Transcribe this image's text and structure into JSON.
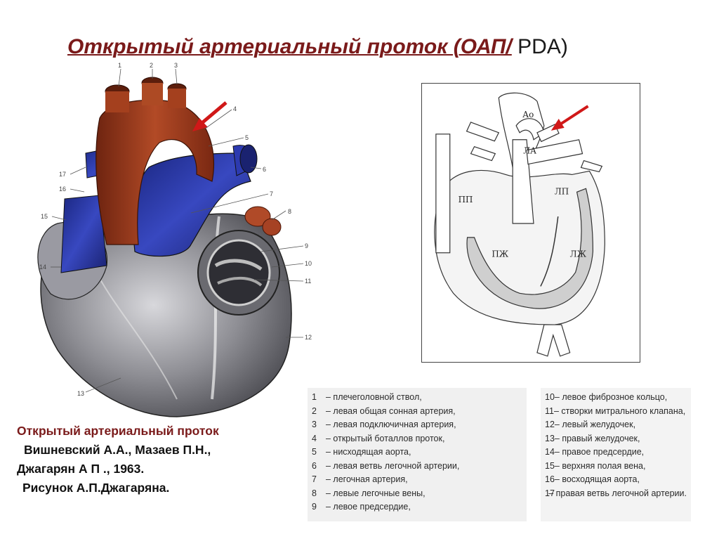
{
  "title": {
    "main": "Открытый артериальный проток (ОАП/",
    "tail": " PDA)"
  },
  "heart_callouts": [
    "1",
    "2",
    "3",
    "4",
    "5",
    "6",
    "7",
    "8",
    "9",
    "10",
    "11",
    "12",
    "13",
    "14",
    "15",
    "16",
    "17"
  ],
  "schema_labels": {
    "ao": "Ао",
    "la": "ЛА",
    "pp": "ПП",
    "lp": "ЛП",
    "pzh": "ПЖ",
    "lzh": "ЛЖ"
  },
  "credit": {
    "line1": "Открытый артериальный проток",
    "line2": "Вишневский А.А., Мазаев П.Н.,",
    "line3": "Джагарян А П ., 1963.",
    "line4": "Рисунок А.П.Джагаряна."
  },
  "legend_left": [
    {
      "num": "1",
      "text": " – плечеголовной ствол,"
    },
    {
      "num": "2",
      "text": " – левая общая сонная артерия,"
    },
    {
      "num": "3",
      "text": " – левая подключичная артерия,"
    },
    {
      "num": "4",
      "text": " – открытый боталлов проток,"
    },
    {
      "num": "5",
      "text": " – нисходящая аорта,"
    },
    {
      "num": "6",
      "text": " – левая ветвь легочной артерии,"
    },
    {
      "num": "7",
      "text": " – легочная артерия,"
    },
    {
      "num": "8",
      "text": " – левые легочные вены,"
    },
    {
      "num": "9",
      "text": " – левое предсердие,"
    }
  ],
  "legend_right": [
    {
      "num": "10",
      "text": " – левое фиброзное кольцо,"
    },
    {
      "num": "11",
      "text": " – створки митрального клапана,"
    },
    {
      "num": "12",
      "text": " – левый желудочек,"
    },
    {
      "num": "13",
      "text": " – правый желудочек,"
    },
    {
      "num": "14",
      "text": " – правое предсердие,"
    },
    {
      "num": "15",
      "text": " – верхняя полая вена,"
    },
    {
      "num": "16",
      "text": " – восходящая аорта,"
    },
    {
      "num": "17",
      "text": " – правая ветвь легочной артерии."
    }
  ],
  "colors": {
    "aorta": "#a23a1c",
    "vein": "#2a3aa8",
    "muscle": "#8c8c90",
    "arrow": "#d01818",
    "title": "#7a1a1a"
  }
}
